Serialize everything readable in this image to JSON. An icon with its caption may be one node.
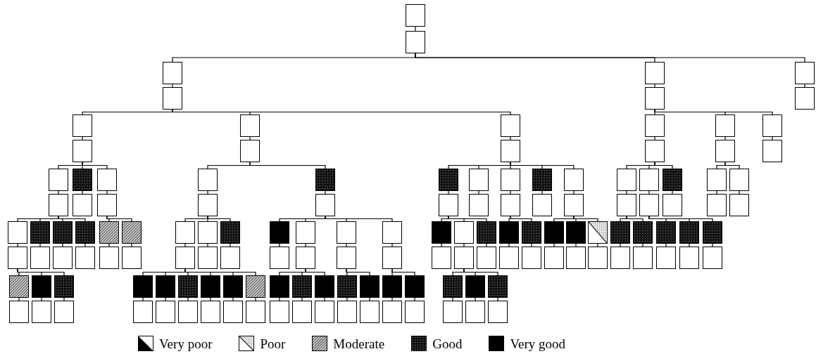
{
  "diagram": {
    "nodes": [
      {
        "text": [],
        "shape": "box"
      },
      {
        "text": [],
        "shape": "box"
      },
      {
        "text": [],
        "shape": "box"
      },
      {
        "text": [],
        "shape": "box"
      },
      {
        "text": [],
        "shape": "box"
      },
      {
        "text": [],
        "shape": "box"
      },
      {
        "text": [],
        "shape": "box"
      },
      {
        "text": [],
        "shape": "box"
      },
      {
        "text": [],
        "shape": "box"
      },
      {
        "text": [],
        "shape": "box"
      },
      {
        "text": [],
        "shape": "box"
      },
      {
        "text": [],
        "shape": "box"
      },
      {
        "text": [],
        "shape": "box"
      },
      {
        "text": [],
        "shape": "box"
      },
      {
        "text": [],
        "shape": "box"
      },
      {
        "text": [],
        "shape": "box"
      },
      {
        "text": [],
        "shape": "box"
      },
      {
        "text": [],
        "shape": "box"
      },
      {
        "text": [],
        "shape": "box"
      },
      {
        "text": [],
        "shape": "box"
      },
      {
        "text": [],
        "shape": "box"
      },
      {
        "text": [],
        "shape": "box"
      },
      {
        "text": [],
        "shape": "box"
      },
      {
        "text": [],
        "shape": "box"
      },
      {
        "text": [],
        "shape": "box"
      },
      {
        "text": [],
        "shape": "box"
      },
      {
        "text": [],
        "shape": "box"
      },
      {
        "text": [],
        "shape": "box"
      },
      {
        "text": [],
        "shape": "box"
      },
      {
        "text": [],
        "shape": "box"
      },
      {
        "text": [],
        "shape": "box"
      },
      {
        "text": [],
        "shape": "box"
      },
      {
        "text": [],
        "shape": "box"
      },
      {
        "text": [],
        "shape": "box"
      },
      {
        "text": [],
        "shape": "box"
      },
      {
        "text": [],
        "shape": "box"
      },
      {
        "text": [],
        "shape": "box"
      },
      {
        "text": [],
        "shape": "box"
      },
      {
        "text": [],
        "shape": "box"
      },
      {
        "text": [],
        "shape": "box"
      },
      {
        "text": [],
        "shape": "box"
      },
      {
        "text": [],
        "shape": "box"
      },
      {
        "text": [],
        "shape": "box"
      },
      {
        "text": [],
        "shape": "box"
      },
      {
        "text": [],
        "shape": "box"
      },
      {
        "text": [],
        "shape": "box"
      },
      {
        "text": [],
        "shape": "box"
      },
      {
        "text": [],
        "shape": "box"
      },
      {
        "text": [],
        "shape": "box"
      },
      {
        "text": [],
        "shape": "box"
      },
      {
        "text": [],
        "shape": "box"
      },
      {
        "text": [],
        "shape": "box"
      },
      {
        "text": [],
        "shape": "box"
      },
      {
        "text": [],
        "shape": "box"
      },
      {
        "text": [],
        "shape": "box"
      },
      {
        "text": [],
        "shape": "box"
      },
      {
        "text": [],
        "shape": "box"
      },
      {
        "text": [],
        "shape": "box"
      },
      {
        "text": [],
        "shape": "box"
      },
      {
        "text": [],
        "shape": "box"
      },
      {
        "text": [],
        "shape": "box"
      },
      {
        "text": [],
        "shape": "box"
      },
      {
        "text": [],
        "shape": "box"
      },
      {
        "text": [],
        "shape": "box"
      },
      {
        "text": [],
        "shape": "box"
      },
      {
        "text": [],
        "shape": "box"
      },
      {
        "text": [],
        "shape": "box"
      },
      {
        "text": [],
        "shape": "box"
      },
      {
        "text": [],
        "shape": "box"
      },
      {
        "text": [],
        "shape": "box"
      },
      {
        "text": [],
        "shape": "box"
      },
      {
        "text": [],
        "shape": "box"
      },
      {
        "text": [],
        "shape": "box"
      },
      {
        "text": [],
        "shape": "box"
      },
      {
        "text": [],
        "shape": "box"
      },
      {
        "text": [],
        "shape": "box"
      },
      {
        "text": [],
        "shape": "box"
      },
      {
        "text": [],
        "shape": "box"
      },
      {
        "text": [],
        "shape": "box"
      },
      {
        "text": [],
        "shape": "box"
      },
      {
        "text": [],
        "shape": "box"
      },
      {
        "text": [],
        "shape": "box"
      },
      {
        "text": [],
        "shape": "box"
      },
      {
        "text": [],
        "shape": "box"
      },
      {
        "text": [],
        "shape": "box"
      },
      {
        "text": [],
        "shape": "box"
      },
      {
        "text": [],
        "shape": "box"
      },
      {
        "text": [],
        "shape": "box"
      },
      {
        "text": [],
        "shape": "box"
      },
      {
        "text": [],
        "shape": "box"
      },
      {
        "text": [],
        "shape": "box"
      },
      {
        "text": [],
        "shape": "box"
      },
      {
        "text": [],
        "shape": "box"
      },
      {
        "text": [],
        "shape": "box"
      },
      {
        "text": [],
        "shape": "box"
      },
      {
        "text": [],
        "shape": "box"
      },
      {
        "text": [],
        "shape": "box"
      },
      {
        "text": [],
        "shape": "box"
      },
      {
        "text": [],
        "shape": "box"
      },
      {
        "text": [],
        "shape": "box"
      },
      {
        "text": [],
        "shape": "box"
      },
      {
        "text": [],
        "shape": "box"
      },
      {
        "text": [],
        "shape": "box"
      },
      {
        "text": [],
        "shape": "box"
      },
      {
        "text": [],
        "shape": "box"
      },
      {
        "text": [],
        "shape": "box"
      },
      {
        "text": [],
        "shape": "box"
      },
      {
        "text": [],
        "shape": "box"
      },
      {
        "text": [],
        "shape": "box"
      },
      {
        "text": [],
        "shape": "box"
      },
      {
        "text": [],
        "shape": "box"
      },
      {
        "text": [],
        "shape": "box"
      },
      {
        "text": [],
        "shape": "box"
      },
      {
        "text": [],
        "shape": "box"
      },
      {
        "text": [],
        "shape": "box"
      },
      {
        "text": [],
        "shape": "box"
      },
      {
        "text": [],
        "shape": "box"
      },
      {
        "text": [],
        "shape": "box"
      },
      {
        "text": [],
        "shape": "box"
      },
      {
        "text": [],
        "shape": "box"
      },
      {
        "text": [],
        "shape": "box"
      },
      {
        "text": [],
        "shape": "box"
      },
      {
        "text": [],
        "shape": "box"
      },
      {
        "text": [],
        "shape": "box"
      },
      {
        "text": [],
        "shape": "box"
      },
      {
        "text": [],
        "shape": "box"
      },
      {
        "text": [],
        "shape": "box"
      },
      {
        "text": [],
        "shape": "box"
      },
      {
        "text": [],
        "shape": "box"
      },
      {
        "text": [],
        "shape": "box"
      },
      {
        "text": [],
        "shape": "box"
      },
      {
        "text": [],
        "shape": "box"
      },
      {
        "text": [],
        "shape": "box"
      },
      {
        "text": [],
        "shape": "box"
      },
      {
        "text": [],
        "shape": "box"
      },
      {
        "text": [],
        "shape": "box"
      },
      {
        "text": [],
        "shape": "box"
      },
      {
        "text": [],
        "shape": "box"
      },
      {
        "text": [],
        "shape": "box"
      },
      {
        "text": [],
        "shape": "box"
      }
    ],
    "edges": [
      {
        "from": 0,
        "to": 1,
        "arrow": "none"
      },
      {
        "from": 2,
        "to": 3,
        "arrow": "none"
      },
      {
        "from": 4,
        "to": 5,
        "arrow": "none"
      },
      {
        "from": 6,
        "to": 7,
        "arrow": "none"
      },
      {
        "from": 8,
        "to": 9,
        "arrow": "none"
      },
      {
        "from": 10,
        "to": 11,
        "arrow": "none"
      },
      {
        "from": 12,
        "to": 13,
        "arrow": "none"
      },
      {
        "from": 14,
        "to": 15,
        "arrow": "none"
      },
      {
        "from": 16,
        "to": 17,
        "arrow": "none"
      },
      {
        "from": 18,
        "to": 19,
        "arrow": "none"
      },
      {
        "from": 20,
        "to": 21,
        "arrow": "none"
      },
      {
        "from": 22,
        "to": 23,
        "arrow": "none"
      },
      {
        "from": 24,
        "to": 25,
        "arrow": "none"
      },
      {
        "from": 26,
        "to": 27,
        "arrow": "none"
      },
      {
        "from": 28,
        "to": 29,
        "arrow": "none"
      },
      {
        "from": 30,
        "to": 31,
        "arrow": "none"
      },
      {
        "from": 32,
        "to": 33,
        "arrow": "none"
      },
      {
        "from": 34,
        "to": 35,
        "arrow": "none"
      },
      {
        "from": 36,
        "to": 37,
        "arrow": "none"
      },
      {
        "from": 38,
        "to": 39,
        "arrow": "none"
      },
      {
        "from": 40,
        "to": 41,
        "arrow": "none"
      },
      {
        "from": 42,
        "to": 43,
        "arrow": "none"
      },
      {
        "from": 44,
        "to": 45,
        "arrow": "none"
      },
      {
        "from": 46,
        "to": 47,
        "arrow": "none"
      },
      {
        "from": 48,
        "to": 49,
        "arrow": "none"
      },
      {
        "from": 50,
        "to": 51,
        "arrow": "none"
      },
      {
        "from": 52,
        "to": 53,
        "arrow": "none"
      },
      {
        "from": 54,
        "to": 55,
        "arrow": "none"
      },
      {
        "from": 56,
        "to": 57,
        "arrow": "none"
      },
      {
        "from": 58,
        "to": 59,
        "arrow": "none"
      },
      {
        "from": 60,
        "to": 61,
        "arrow": "none"
      },
      {
        "from": 62,
        "to": 63,
        "arrow": "none"
      },
      {
        "from": 64,
        "to": 65,
        "arrow": "none"
      },
      {
        "from": 66,
        "to": 67,
        "arrow": "none"
      },
      {
        "from": 68,
        "to": 69,
        "arrow": "none"
      },
      {
        "from": 70,
        "to": 71,
        "arrow": "none"
      },
      {
        "from": 72,
        "to": 73,
        "arrow": "none"
      },
      {
        "from": 74,
        "to": 75,
        "arrow": "none"
      },
      {
        "from": 76,
        "to": 77,
        "arrow": "none"
      },
      {
        "from": 78,
        "to": 79,
        "arrow": "none"
      },
      {
        "from": 80,
        "to": 81,
        "arrow": "none"
      },
      {
        "from": 82,
        "to": 83,
        "arrow": "none"
      },
      {
        "from": 84,
        "to": 85,
        "arrow": "none"
      },
      {
        "from": 86,
        "to": 87,
        "arrow": "none"
      },
      {
        "from": 88,
        "to": 89,
        "arrow": "none"
      },
      {
        "from": 90,
        "to": 91,
        "arrow": "none"
      },
      {
        "from": 92,
        "to": 93,
        "arrow": "none"
      },
      {
        "from": 94,
        "to": 95,
        "arrow": "none"
      },
      {
        "from": 96,
        "to": 97,
        "arrow": "none"
      },
      {
        "from": 98,
        "to": 99,
        "arrow": "none"
      },
      {
        "from": 100,
        "to": 101,
        "arrow": "none"
      },
      {
        "from": 102,
        "to": 103,
        "arrow": "none"
      },
      {
        "from": 104,
        "to": 105,
        "arrow": "none"
      },
      {
        "from": 106,
        "to": 107,
        "arrow": "none"
      },
      {
        "from": 108,
        "to": 109,
        "arrow": "none"
      },
      {
        "from": 110,
        "to": 111,
        "arrow": "none"
      },
      {
        "from": 112,
        "to": 113,
        "arrow": "none"
      },
      {
        "from": 114,
        "to": 115,
        "arrow": "none"
      },
      {
        "from": 116,
        "to": 117,
        "arrow": "none"
      },
      {
        "from": 118,
        "to": 119,
        "arrow": "none"
      },
      {
        "from": 120,
        "to": 121,
        "arrow": "none"
      },
      {
        "from": 122,
        "to": 123,
        "arrow": "none"
      },
      {
        "from": 124,
        "to": 125,
        "arrow": "none"
      },
      {
        "from": 126,
        "to": 127,
        "arrow": "none"
      },
      {
        "from": 128,
        "to": 129,
        "arrow": "none"
      },
      {
        "from": 130,
        "to": 131,
        "arrow": "none"
      },
      {
        "from": 132,
        "to": 133,
        "arrow": "none"
      },
      {
        "from": 134,
        "to": 135,
        "arrow": "none"
      },
      {
        "from": 136,
        "to": 137,
        "arrow": "none"
      },
      {
        "from": 138,
        "to": 139,
        "arrow": "none"
      },
      {
        "from": 1,
        "to": 2,
        "arrow": "none"
      },
      {
        "from": 1,
        "to": 4,
        "arrow": "none"
      },
      {
        "from": 1,
        "to": 6,
        "arrow": "none"
      },
      {
        "from": 3,
        "to": 8,
        "arrow": "none"
      },
      {
        "from": 3,
        "to": 10,
        "arrow": "none"
      },
      {
        "from": 3,
        "to": 12,
        "arrow": "none"
      },
      {
        "from": 5,
        "to": 14,
        "arrow": "none"
      },
      {
        "from": 5,
        "to": 16,
        "arrow": "none"
      },
      {
        "from": 5,
        "to": 18,
        "arrow": "none"
      },
      {
        "from": 9,
        "to": 20,
        "arrow": "none"
      },
      {
        "from": 9,
        "to": 22,
        "arrow": "none"
      },
      {
        "from": 9,
        "to": 24,
        "arrow": "none"
      },
      {
        "from": 11,
        "to": 26,
        "arrow": "none"
      },
      {
        "from": 11,
        "to": 28,
        "arrow": "none"
      },
      {
        "from": 13,
        "to": 30,
        "arrow": "none"
      },
      {
        "from": 13,
        "to": 32,
        "arrow": "none"
      },
      {
        "from": 13,
        "to": 34,
        "arrow": "none"
      },
      {
        "from": 13,
        "to": 36,
        "arrow": "none"
      },
      {
        "from": 13,
        "to": 38,
        "arrow": "none"
      },
      {
        "from": 15,
        "to": 40,
        "arrow": "none"
      },
      {
        "from": 15,
        "to": 42,
        "arrow": "none"
      },
      {
        "from": 15,
        "to": 44,
        "arrow": "none"
      },
      {
        "from": 17,
        "to": 46,
        "arrow": "none"
      },
      {
        "from": 17,
        "to": 48,
        "arrow": "none"
      },
      {
        "from": 21,
        "to": 50,
        "arrow": "none"
      },
      {
        "from": 21,
        "to": 52,
        "arrow": "none"
      },
      {
        "from": 21,
        "to": 54,
        "arrow": "none"
      },
      {
        "from": 21,
        "to": 56,
        "arrow": "none"
      },
      {
        "from": 25,
        "to": 58,
        "arrow": "none"
      },
      {
        "from": 25,
        "to": 60,
        "arrow": "none"
      },
      {
        "from": 27,
        "to": 62,
        "arrow": "none"
      },
      {
        "from": 27,
        "to": 64,
        "arrow": "none"
      },
      {
        "from": 27,
        "to": 66,
        "arrow": "none"
      },
      {
        "from": 29,
        "to": 68,
        "arrow": "none"
      },
      {
        "from": 29,
        "to": 70,
        "arrow": "none"
      },
      {
        "from": 29,
        "to": 72,
        "arrow": "none"
      },
      {
        "from": 29,
        "to": 74,
        "arrow": "none"
      },
      {
        "from": 31,
        "to": 76,
        "arrow": "none"
      },
      {
        "from": 31,
        "to": 78,
        "arrow": "none"
      },
      {
        "from": 31,
        "to": 80,
        "arrow": "none"
      },
      {
        "from": 35,
        "to": 82,
        "arrow": "none"
      },
      {
        "from": 35,
        "to": 84,
        "arrow": "none"
      },
      {
        "from": 39,
        "to": 86,
        "arrow": "none"
      },
      {
        "from": 39,
        "to": 88,
        "arrow": "none"
      },
      {
        "from": 39,
        "to": 90,
        "arrow": "none"
      },
      {
        "from": 41,
        "to": 92,
        "arrow": "none"
      },
      {
        "from": 41,
        "to": 94,
        "arrow": "none"
      },
      {
        "from": 43,
        "to": 96,
        "arrow": "none"
      },
      {
        "from": 43,
        "to": 98,
        "arrow": "none"
      },
      {
        "from": 43,
        "to": 100,
        "arrow": "none"
      },
      {
        "from": 51,
        "to": 102,
        "arrow": "none"
      },
      {
        "from": 51,
        "to": 104,
        "arrow": "none"
      },
      {
        "from": 51,
        "to": 106,
        "arrow": "none"
      },
      {
        "from": 63,
        "to": 108,
        "arrow": "none"
      },
      {
        "from": 63,
        "to": 110,
        "arrow": "none"
      },
      {
        "from": 63,
        "to": 112,
        "arrow": "none"
      },
      {
        "from": 63,
        "to": 114,
        "arrow": "none"
      },
      {
        "from": 63,
        "to": 116,
        "arrow": "none"
      },
      {
        "from": 63,
        "to": 118,
        "arrow": "none"
      },
      {
        "from": 71,
        "to": 120,
        "arrow": "none"
      },
      {
        "from": 71,
        "to": 122,
        "arrow": "none"
      },
      {
        "from": 71,
        "to": 124,
        "arrow": "none"
      },
      {
        "from": 73,
        "to": 126,
        "arrow": "none"
      },
      {
        "from": 73,
        "to": 128,
        "arrow": "none"
      },
      {
        "from": 75,
        "to": 130,
        "arrow": "none"
      },
      {
        "from": 75,
        "to": 132,
        "arrow": "none"
      },
      {
        "from": 79,
        "to": 134,
        "arrow": "none"
      },
      {
        "from": 79,
        "to": 136,
        "arrow": "none"
      },
      {
        "from": 79,
        "to": 138,
        "arrow": "none"
      }
    ],
    "legend": [
      {
        "text": "Very poor"
      },
      {
        "text": "Poor"
      },
      {
        "text": "Moderate"
      },
      {
        "text": "Good"
      },
      {
        "text": "Very good"
      }
    ]
  }
}
